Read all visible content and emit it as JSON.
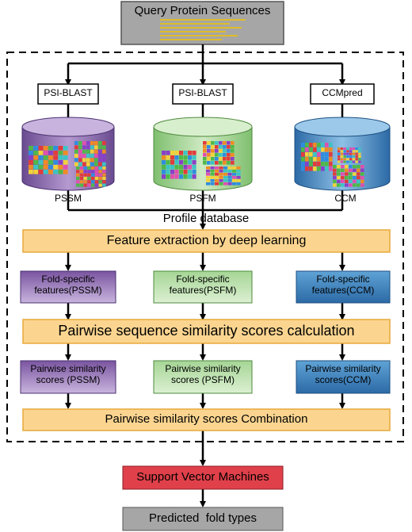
{
  "query": {
    "label": "Query Protein Sequences"
  },
  "tools": {
    "left": "PSI-BLAST",
    "middle": "PSI-BLAST",
    "right": "CCMpred"
  },
  "databases": {
    "left": "PSSM",
    "middle": "PSFM",
    "right": "CCM"
  },
  "profile_database": "Profile database",
  "feature_extraction": "Feature extraction by deep learning",
  "fold_features": {
    "left": [
      "Fold-specific",
      "features(PSSM)"
    ],
    "middle": [
      "Fold-specific",
      "features(PSFM)"
    ],
    "right": [
      "Fold-specific",
      "features(CCM)"
    ]
  },
  "pairwise_calc": "Pairwise sequence similarity scores calculation",
  "pairwise_scores": {
    "left": [
      "Pairwise similarity",
      "scores (PSSM)"
    ],
    "middle": [
      "Pairwise similarity",
      "scores (PSFM)"
    ],
    "right": [
      "Pairwise similarity",
      "scores(CCM)"
    ]
  },
  "combination": "Pairwise similarity scores Combination",
  "svm": "Support Vector Machines",
  "predicted": "Predicted  fold types",
  "colors": {
    "query_fill": "#a6a6a6",
    "orange_fill": "#fbd590",
    "orange_border": "#e7a83a",
    "svm_fill": "#e0404a",
    "purple": "#8a63a8",
    "green": "#8fc87f",
    "blue": "#3f7fb4"
  }
}
